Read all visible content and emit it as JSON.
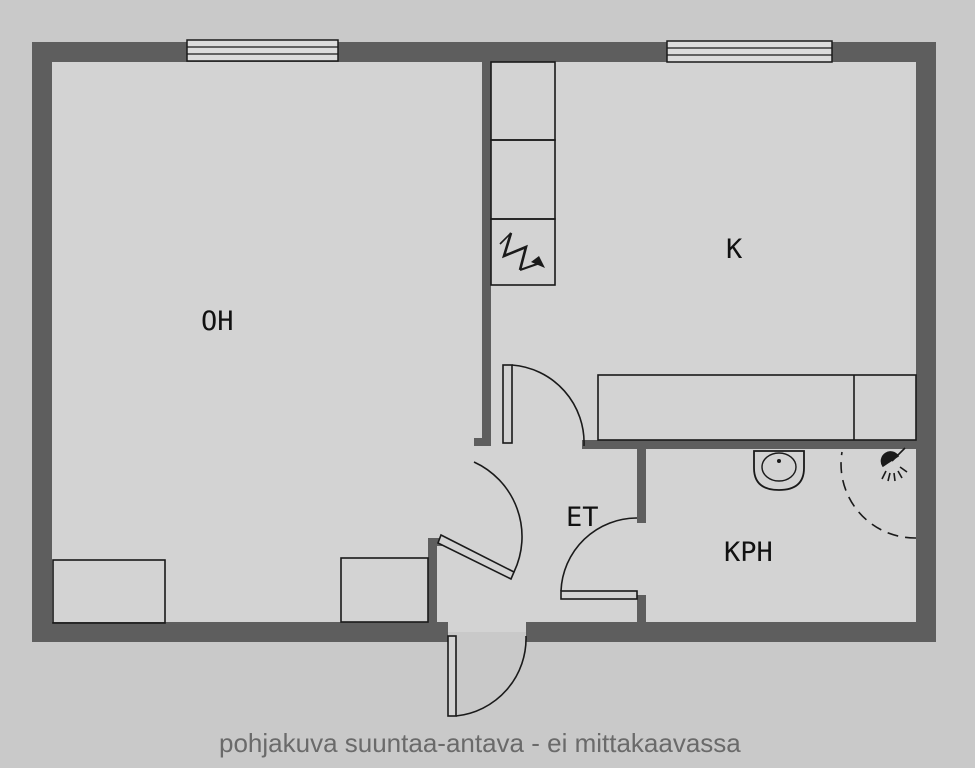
{
  "rooms": {
    "oh": "OH",
    "k": "K",
    "et": "ET",
    "kph": "KPH"
  },
  "caption": "pohjakuva suuntaa-antava - ei mittakaavassa",
  "colors": {
    "background": "#c9c9c9",
    "floor": "#d3d3d3",
    "wall": "#5e5e5e",
    "line": "#1a1a1a",
    "caption": "#6a6a6a"
  },
  "icons": {
    "electrical_panel": "lightning-bolt-icon",
    "washbasin": "sink-icon",
    "shower": "shower-head-icon"
  }
}
